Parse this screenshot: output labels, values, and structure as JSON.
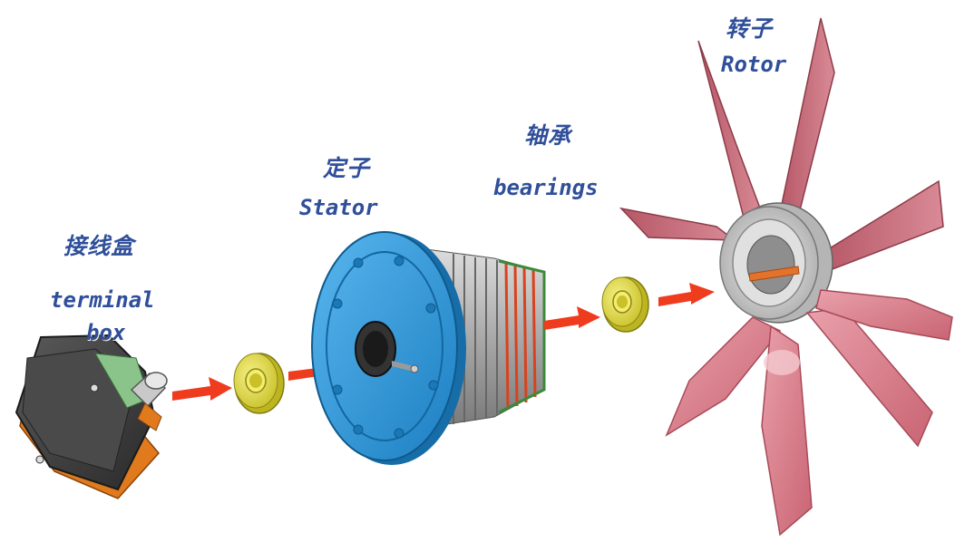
{
  "labels": {
    "terminal_box_zh": "接线盒",
    "terminal_box_en_1": "terminal",
    "terminal_box_en_2": "box",
    "stator_zh": "定子",
    "stator_en": "Stator",
    "bearings_zh": "轴承",
    "bearings_en": "bearings",
    "rotor_zh": "转子",
    "rotor_en": "Rotor"
  },
  "colors": {
    "label_text": "#2f4f9a",
    "arrow": "#ef3b1e",
    "stator_housing": "#2f97d8",
    "bearing": "#e9e24a",
    "terminal_box_body": "#3a3a3a",
    "terminal_box_base": "#e07a1c",
    "rotor_blade": "#d97a86",
    "rotor_hub": "#d9d9d9",
    "shaft": "#e5722a"
  },
  "icons": {
    "arrow": "right-arrow-icon"
  }
}
